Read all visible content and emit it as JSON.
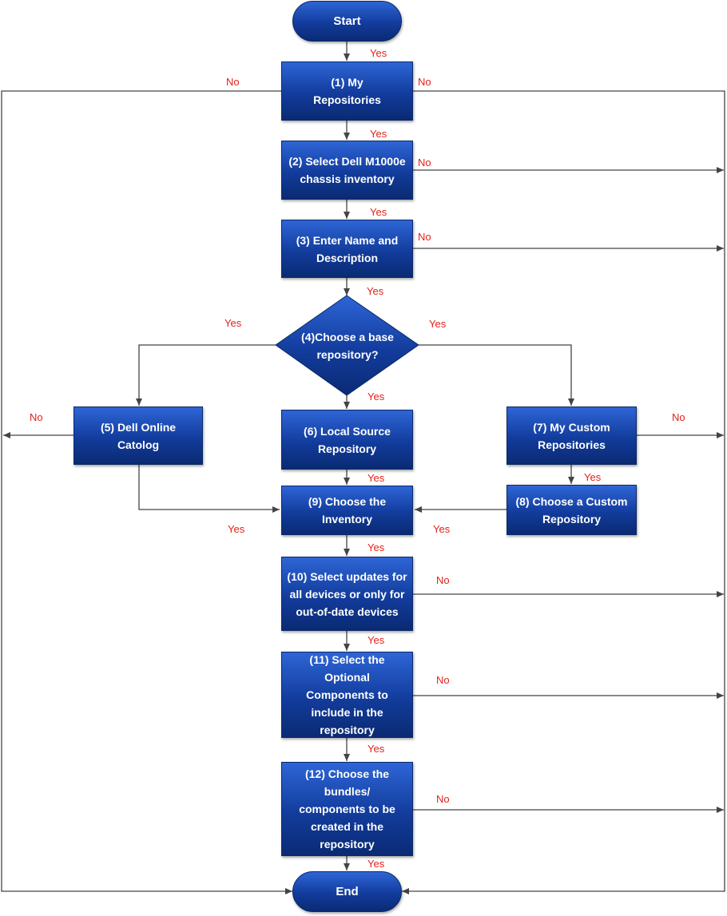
{
  "nodes": {
    "start": "Start",
    "end": "End",
    "n1": "(1) My Repositories",
    "n2": "(2) Select Dell M1000e chassis inventory",
    "n3": "(3) Enter Name and Description",
    "n4": "(4)Choose a base repository?",
    "n5": "(5) Dell Online Catolog",
    "n6": "(6) Local Source Repository",
    "n7": "(7) My Custom Repositories",
    "n8": "(8) Choose a Custom Repository",
    "n9": "(9) Choose the Inventory",
    "n10": "(10) Select updates for all devices or only for out-of-date devices",
    "n11": "(11) Select the Optional Components to include in the repository",
    "n12": "(12) Choose the bundles/ components to be created in the repository"
  },
  "labels": {
    "yes": "Yes",
    "no": "No"
  },
  "colors": {
    "box_top": "#2e65d6",
    "box_bottom": "#0a2a73",
    "label_text": "#e32219",
    "connector": "#444444"
  }
}
